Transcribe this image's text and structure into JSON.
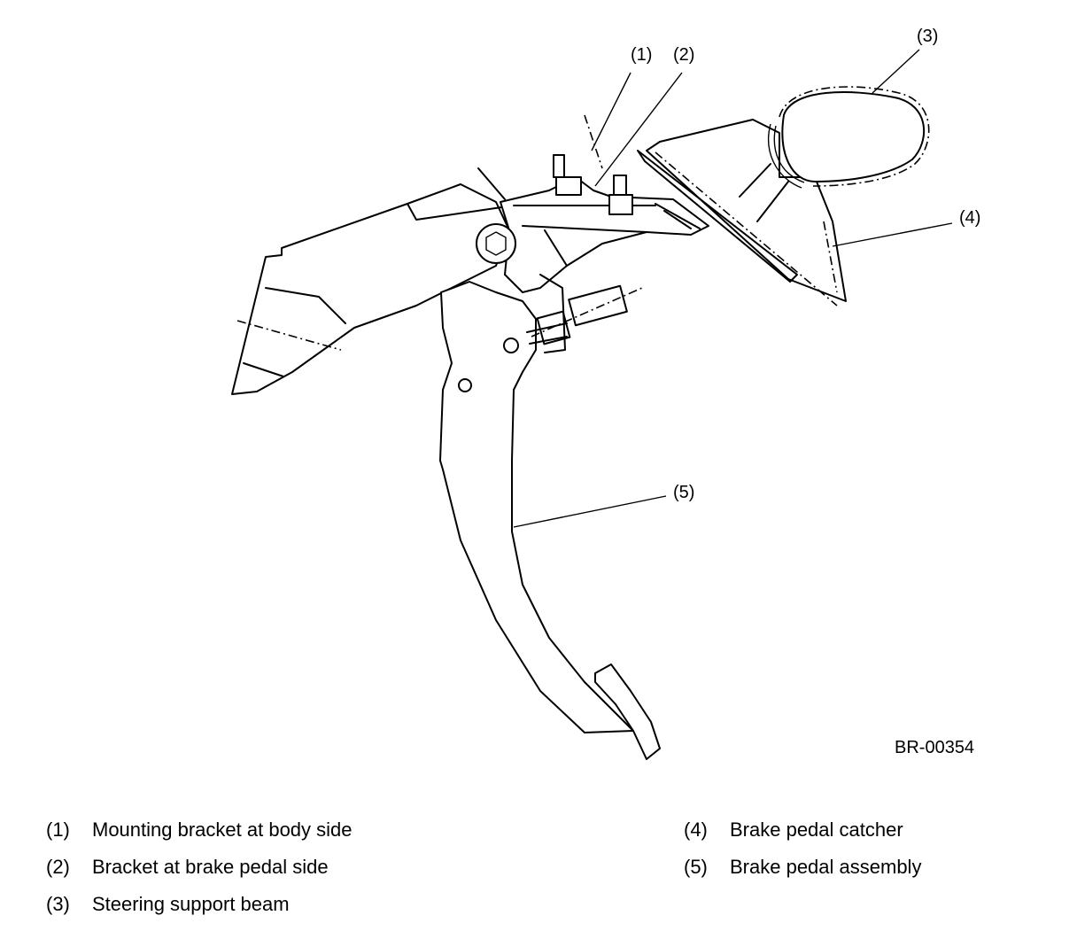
{
  "figure_code": "BR-00354",
  "callouts": [
    "(1)",
    "(2)",
    "(3)",
    "(4)",
    "(5)"
  ],
  "legend": [
    {
      "num": "(1)",
      "text": "Mounting bracket at body side"
    },
    {
      "num": "(2)",
      "text": "Bracket at brake pedal side"
    },
    {
      "num": "(3)",
      "text": "Steering support beam"
    },
    {
      "num": "(4)",
      "text": "Brake pedal catcher"
    },
    {
      "num": "(5)",
      "text": "Brake pedal assembly"
    }
  ]
}
